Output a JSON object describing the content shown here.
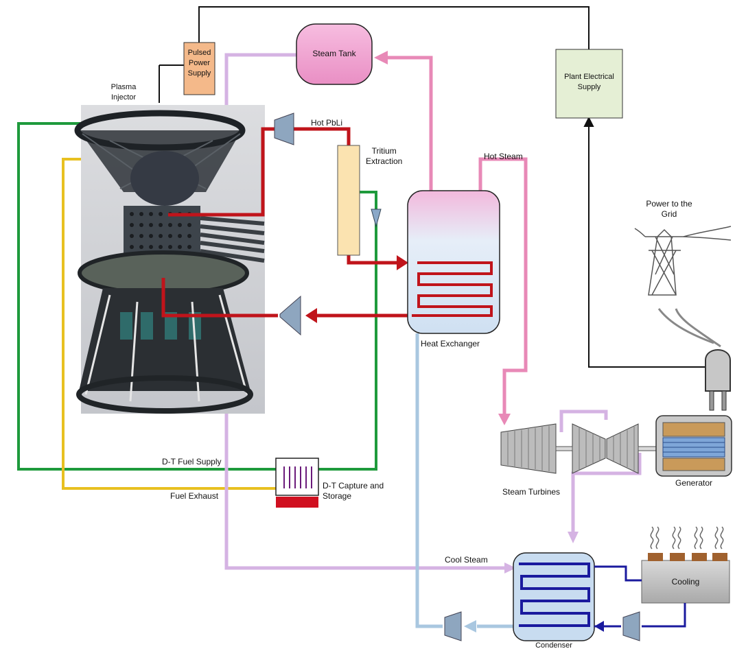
{
  "components": {
    "steam_tank": "Steam Tank",
    "pulsed_power": "Pulsed\nPower\nSupply",
    "plant_electrical": "Plant Electrical\nSupply",
    "plasma_injector": "Plasma\nInjector",
    "tritium_extraction": "Tritium\nExtraction",
    "heat_exchanger": "Heat Exchanger",
    "power_grid": "Power to the\nGrid",
    "steam_turbines": "Steam Turbines",
    "generator": "Generator",
    "dt_capture": "D-T Capture and\nStorage",
    "cooling": "Cooling",
    "condenser": "Condenser"
  },
  "flows": {
    "hot_pbli": "Hot PbLi",
    "hot_steam": "Hot Steam",
    "dt_fuel_supply": "D-T Fuel Supply",
    "fuel_exhaust": "Fuel Exhaust",
    "cool_steam": "Cool Steam"
  },
  "colors": {
    "hot_pbli": "#c0141b",
    "steam": "#e889b7",
    "cool_steam": "#d5b3e3",
    "return_water": "#a9c7e0",
    "coolant": "#1a1a9e",
    "fuel_supply": "#1e9a3c",
    "fuel_exhaust": "#e8c020",
    "electrical": "#111111"
  }
}
